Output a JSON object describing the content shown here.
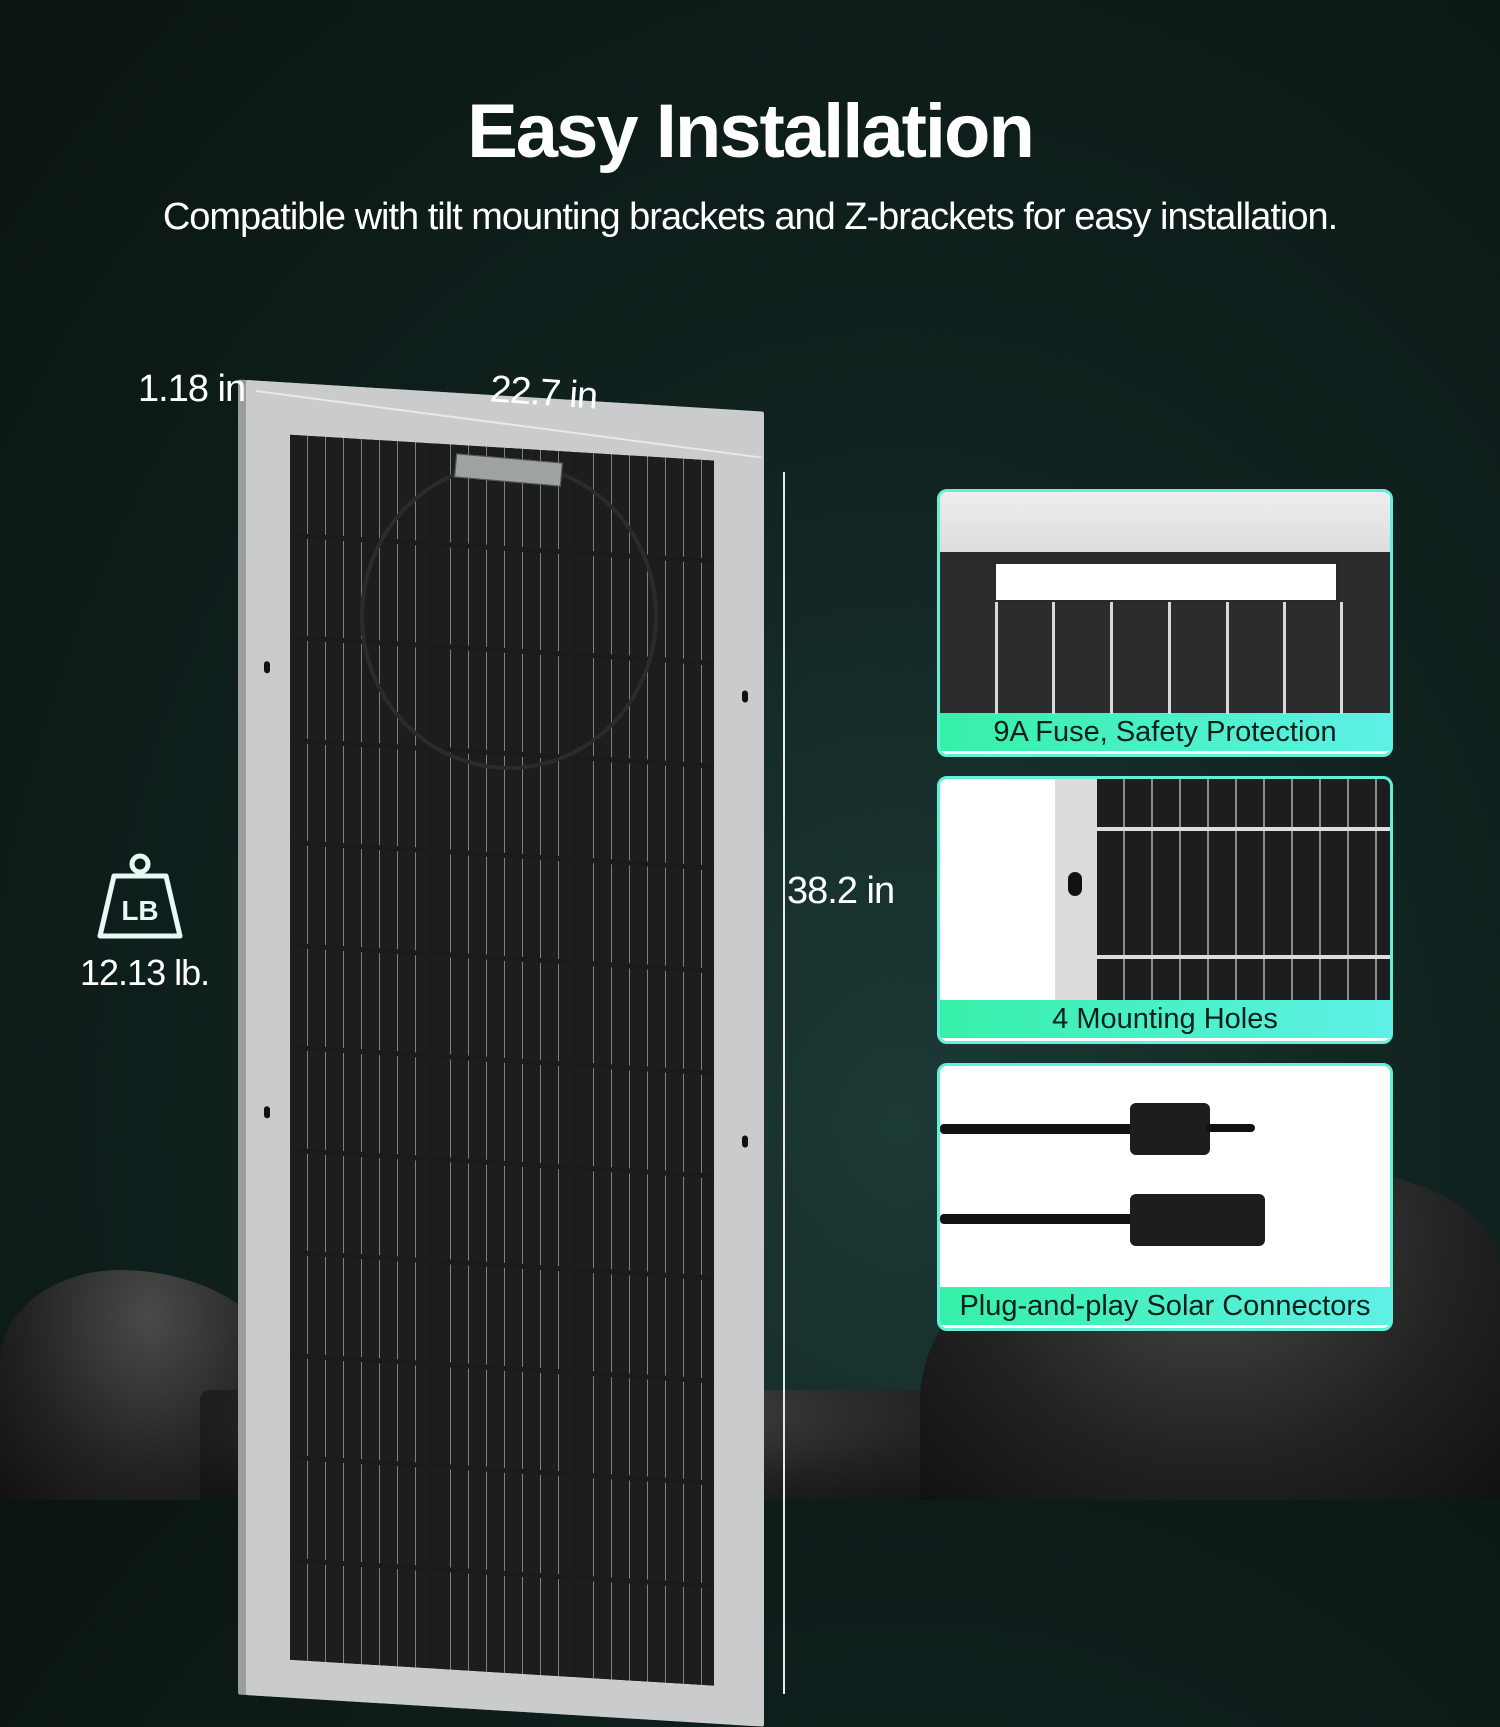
{
  "header": {
    "title": "Easy Installation",
    "subtitle": "Compatible with tilt mounting brackets and Z-brackets for easy installation."
  },
  "dimensions": {
    "thickness": "1.18 in",
    "width": "22.7 in",
    "height": "38.2 in"
  },
  "weight": {
    "icon": "weight-lb-icon",
    "icon_text": "LB",
    "value": "12.13 lb."
  },
  "feature_cards": [
    {
      "caption": "9A Fuse, Safety Protection",
      "image": "junction-box-fuse"
    },
    {
      "caption": "4 Mounting Holes",
      "image": "frame-mounting-hole"
    },
    {
      "caption": "Plug-and-play Solar Connectors",
      "image": "mc4-connectors"
    }
  ],
  "colors": {
    "accent_start": "#36f0a8",
    "accent_end": "#5ef0e6",
    "background": "#10221f"
  }
}
